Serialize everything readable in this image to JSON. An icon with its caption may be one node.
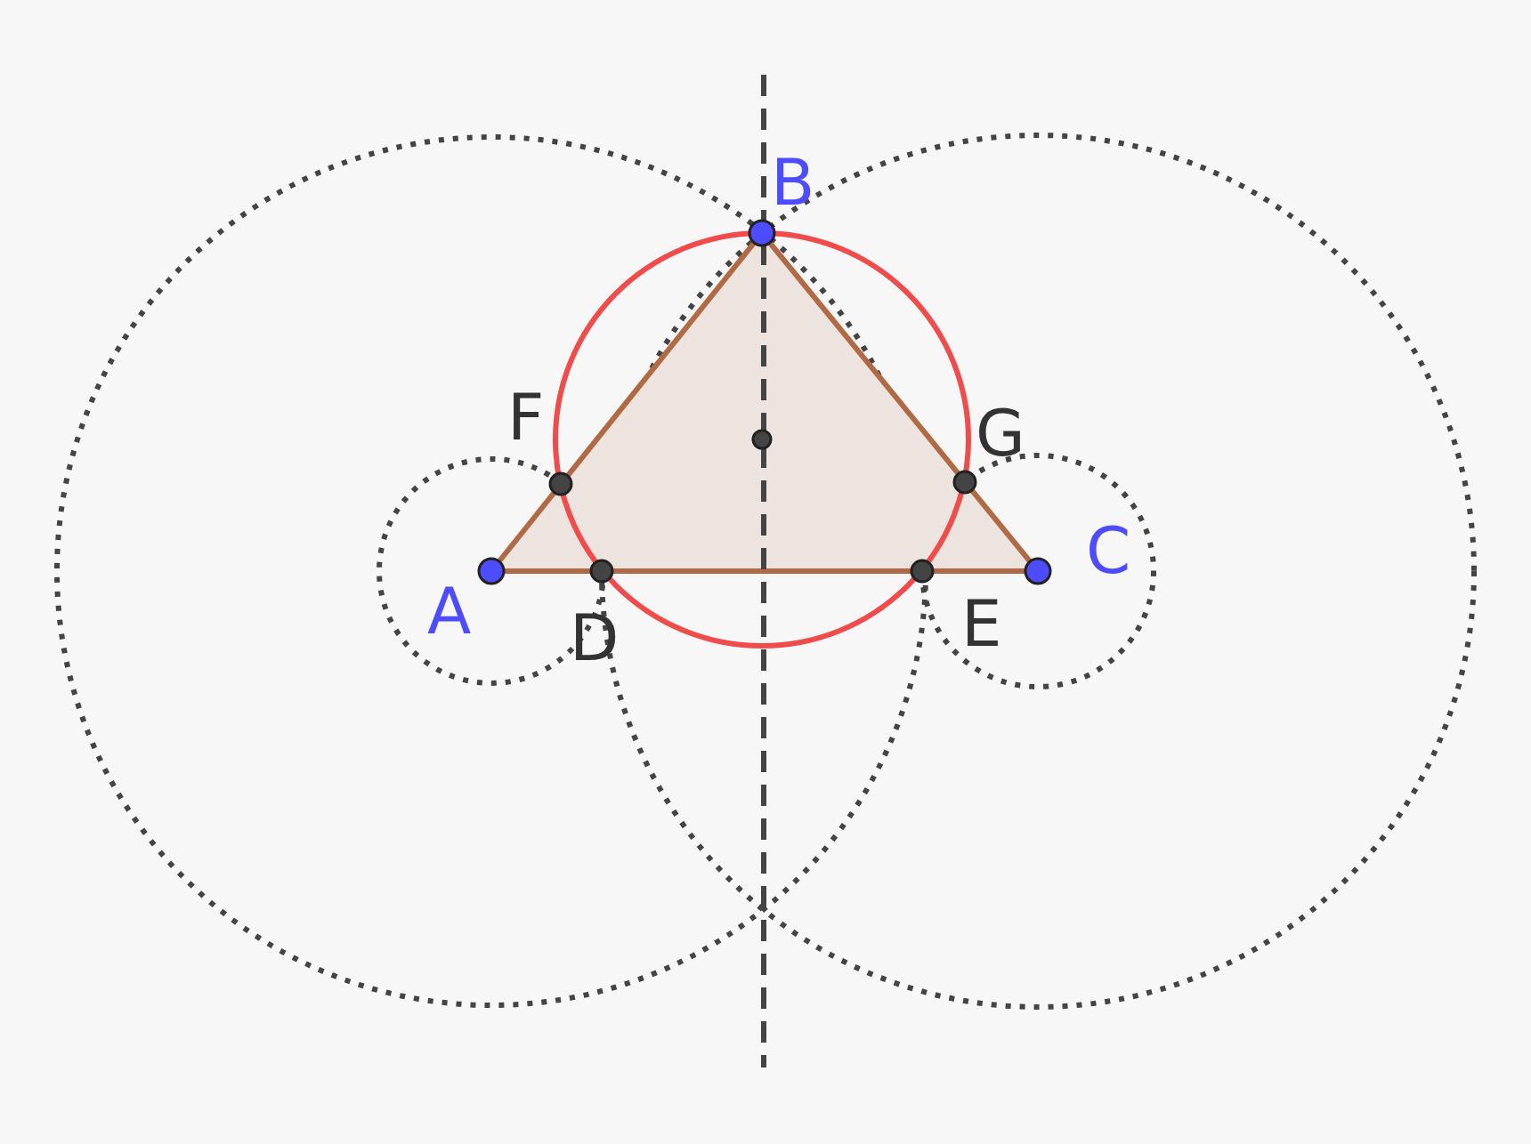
{
  "diagram": {
    "labels": [
      "B",
      "F",
      "G",
      "A",
      "C",
      "D",
      "E"
    ]
  }
}
